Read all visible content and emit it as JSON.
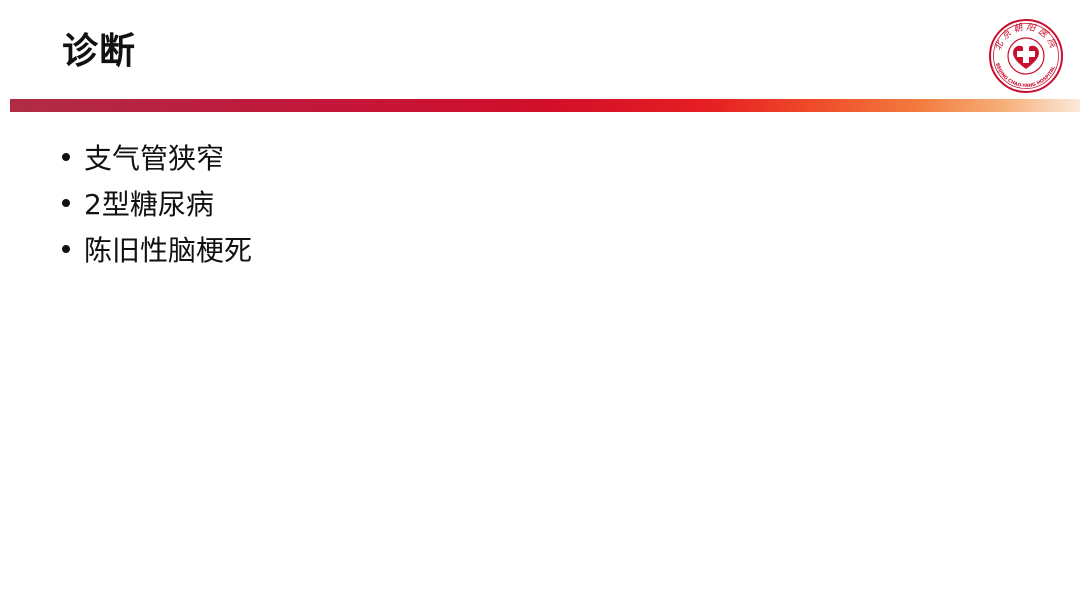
{
  "slide": {
    "title": "诊断",
    "bullets": [
      "支气管狭窄",
      "2型糖尿病",
      "陈旧性脑梗死"
    ]
  },
  "logo": {
    "icon": "hospital-seal-icon",
    "text_top": "北京朝阳医院",
    "text_bottom": "BEIJING CHAO-YANG HOSPITAL"
  },
  "colors": {
    "accent_red": "#c8102e",
    "bar_start": "#b02c45",
    "bar_end": "#fbe9d9",
    "text": "#111111"
  }
}
